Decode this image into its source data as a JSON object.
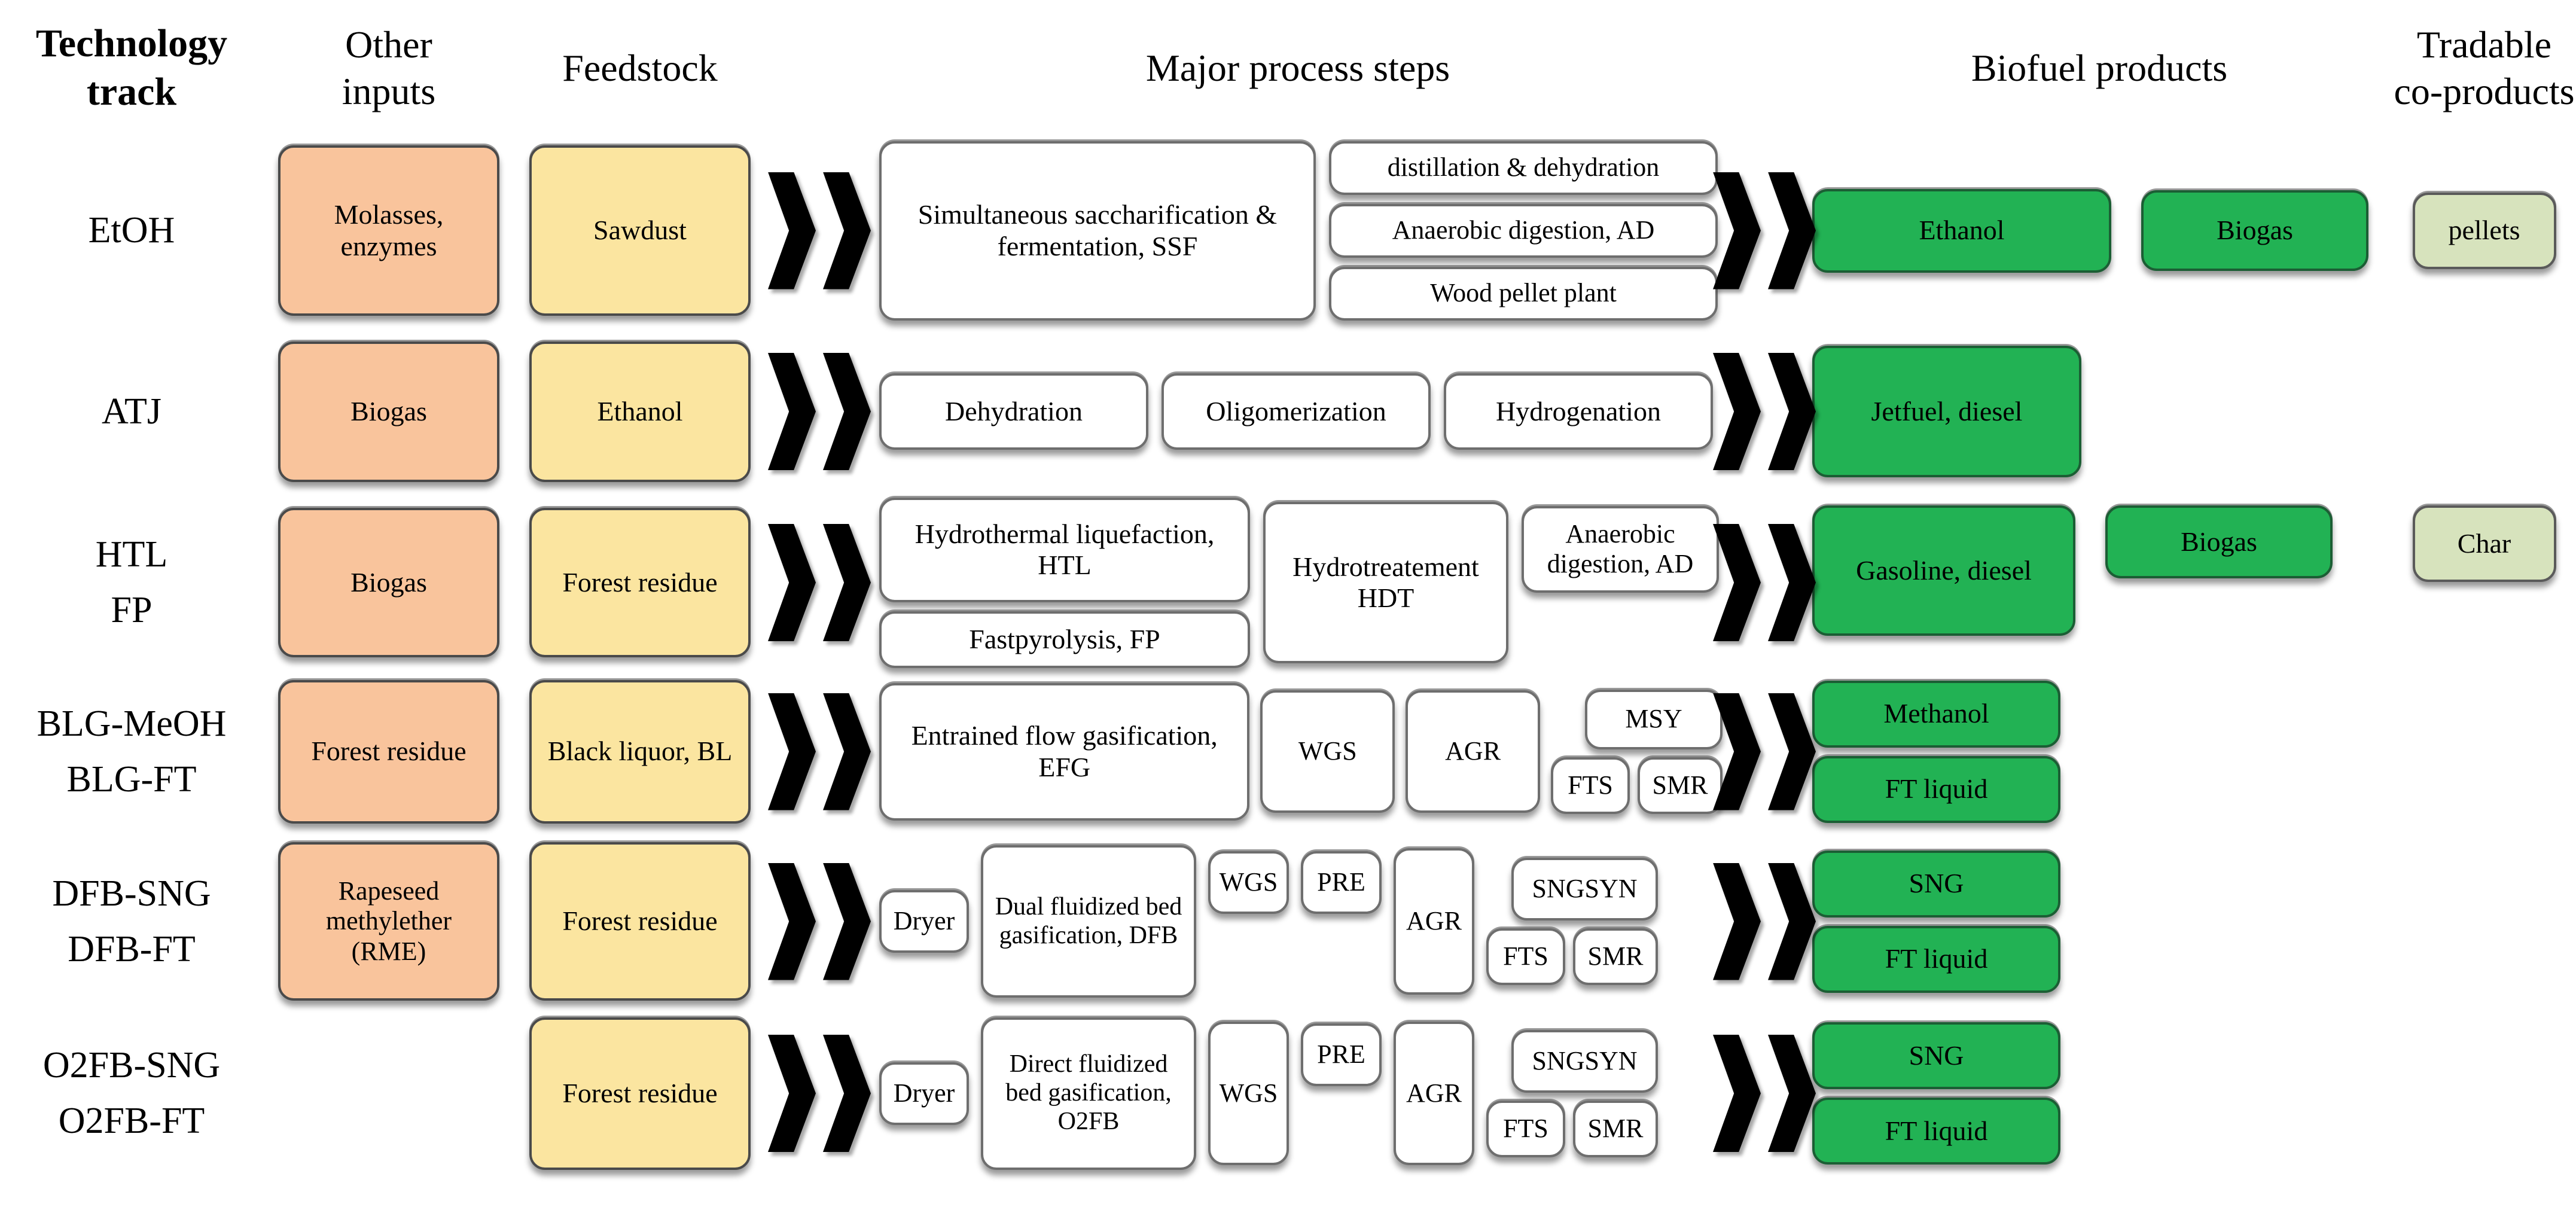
{
  "headers": {
    "technology_track": "Technology\ntrack",
    "other_inputs": "Other\ninputs",
    "feedstock": "Feedstock",
    "major_process_steps": "Major process steps",
    "biofuel_products": "Biofuel products",
    "tradable_co_products": "Tradable\nco-products"
  },
  "colors": {
    "other_input_fill": "#F9C49C",
    "feedstock_fill": "#FBE5A0",
    "product_fill": "#22B254",
    "co_product_fill": "#D7E3BD",
    "process_fill": "#FFFFFF",
    "arrow": "#000000"
  },
  "rows": [
    {
      "track": "EtOH",
      "other_input": "Molasses, enzymes",
      "feedstock": "Sawdust",
      "process": {
        "main": "Simultaneous saccharification & fermentation, SSF",
        "stack": [
          "distillation & dehydration",
          "Anaerobic digestion, AD",
          "Wood pellet plant"
        ]
      },
      "products": [
        "Ethanol",
        "Biogas"
      ],
      "co_products": [
        "pellets"
      ]
    },
    {
      "track": "ATJ",
      "other_input": "Biogas",
      "feedstock": "Ethanol",
      "process": {
        "steps": [
          "Dehydration",
          "Oligomerization",
          "Hydrogenation"
        ]
      },
      "products": [
        "Jetfuel, diesel"
      ],
      "co_products": []
    },
    {
      "track": "HTL\nFP",
      "other_input": "Biogas",
      "feedstock": "Forest residue",
      "process": {
        "stack": [
          "Hydrothermal liquefaction, HTL",
          "Fastpyrolysis, FP"
        ],
        "steps": [
          "Hydrotreatement HDT",
          "Anaerobic digestion, AD"
        ]
      },
      "products": [
        "Gasoline, diesel",
        "Biogas"
      ],
      "co_products": [
        "Char"
      ]
    },
    {
      "track": "BLG-MeOH\nBLG-FT",
      "other_input": "Forest residue",
      "feedstock": "Black liquor, BL",
      "process": {
        "main": "Entrained flow gasification, EFG",
        "steps": [
          "WGS",
          "AGR"
        ],
        "cluster_top": "MSY",
        "cluster_bottom": [
          "FTS",
          "SMR"
        ]
      },
      "products": [
        "Methanol",
        "FT liquid"
      ],
      "co_products": []
    },
    {
      "track": "DFB-SNG\nDFB-FT",
      "other_input": "Rapeseed methylether (RME)",
      "feedstock": "Forest residue",
      "process": {
        "dryer": "Dryer",
        "main": "Dual fluidized bed gasification, DFB",
        "steps": [
          "WGS",
          "PRE",
          "AGR"
        ],
        "cluster_top": "SNGSYN",
        "cluster_bottom": [
          "FTS",
          "SMR"
        ]
      },
      "products": [
        "SNG",
        "FT liquid"
      ],
      "co_products": []
    },
    {
      "track": "O2FB-SNG\nO2FB-FT",
      "other_input": null,
      "feedstock": "Forest residue",
      "process": {
        "dryer": "Dryer",
        "main": "Direct fluidized bed gasification, O2FB",
        "steps": [
          "WGS",
          "PRE",
          "AGR"
        ],
        "cluster_top": "SNGSYN",
        "cluster_bottom": [
          "FTS",
          "SMR"
        ]
      },
      "products": [
        "SNG",
        "FT liquid"
      ],
      "co_products": []
    }
  ]
}
